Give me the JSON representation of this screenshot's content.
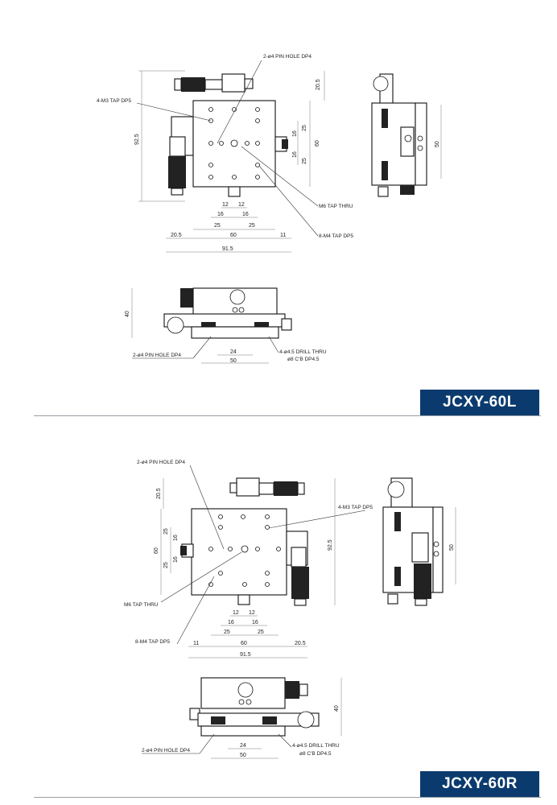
{
  "models": [
    {
      "name": "JCXY-60L",
      "top_view": {
        "callouts": [
          "2-ø4 PIN HOLE DP4",
          "4-M3 TAP DP5",
          "M6 TAP THRU",
          "8-M4 TAP DP5"
        ],
        "dims": [
          "20.5",
          "92.5",
          "16",
          "25",
          "60",
          "16",
          "25",
          "12",
          "12",
          "16",
          "16",
          "25",
          "25",
          "20.5",
          "60",
          "11",
          "91.5"
        ]
      },
      "side_view": {
        "dims": [
          "50"
        ]
      },
      "front_view": {
        "callouts": [
          "2-ø4 PIN HOLE DP4",
          "4-ø4.5 DRILL THRU",
          "ø8 C'B DP4.5"
        ],
        "dims": [
          "40",
          "24",
          "50"
        ]
      }
    },
    {
      "name": "JCXY-60R",
      "top_view": {
        "callouts": [
          "2-ø4 PIN HOLE DP4",
          "4-M3 TAP DP5",
          "M6 TAP THRU",
          "8-M4 TAP DP5"
        ],
        "dims": [
          "20.5",
          "92.5",
          "25",
          "16",
          "60",
          "16",
          "25",
          "12",
          "12",
          "16",
          "16",
          "25",
          "25",
          "11",
          "60",
          "20.5",
          "91.5"
        ]
      },
      "side_view": {
        "dims": [
          "50"
        ]
      },
      "front_view": {
        "callouts": [
          "2-ø4 PIN HOLE DP4",
          "4-ø4.5 DRILL THRU",
          "ø8 C'B DP4.5"
        ],
        "dims": [
          "40",
          "24",
          "50"
        ]
      }
    }
  ],
  "colors": {
    "banner": "#0b3b6e",
    "line": "#333333"
  }
}
